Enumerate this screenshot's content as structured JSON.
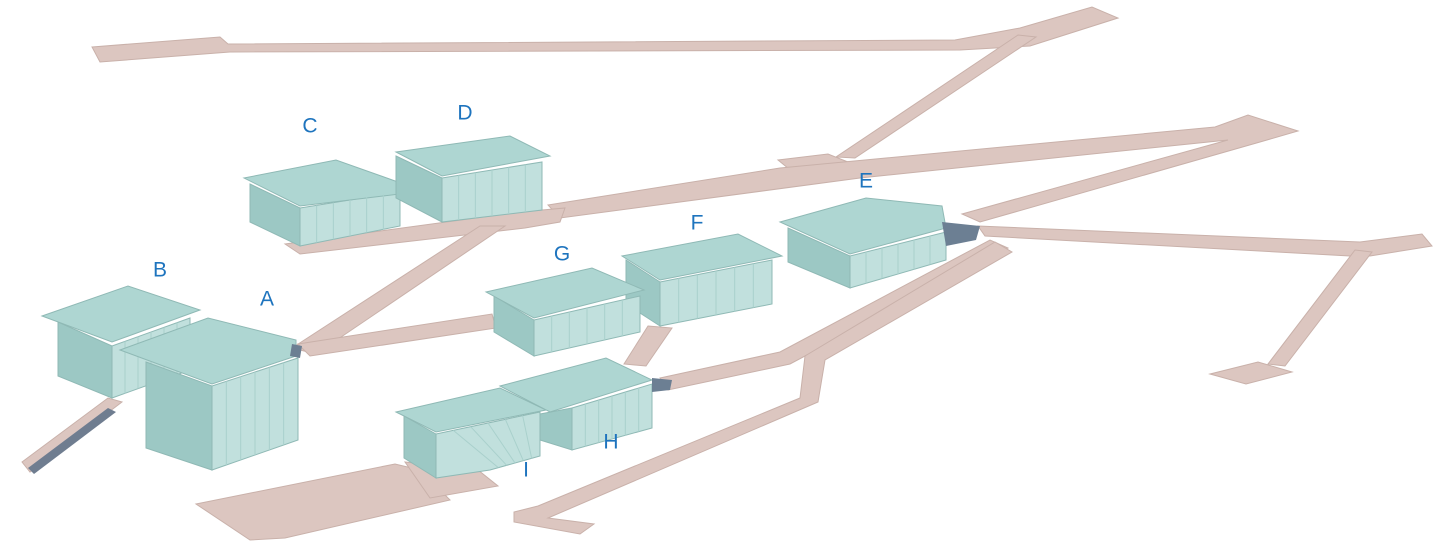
{
  "colors": {
    "path": "#dcc6c0",
    "path_edge": "#c9b1aa",
    "roof": "#aed6d2",
    "roof_light": "#c8e6e3",
    "wall": "#c1e0dd",
    "wall_dark": "#9cc8c4",
    "shadow": "#6c7f93",
    "label": "#1e74be"
  },
  "buildings": [
    {
      "id": "A",
      "label": "A"
    },
    {
      "id": "B",
      "label": "B"
    },
    {
      "id": "C",
      "label": "C"
    },
    {
      "id": "D",
      "label": "D"
    },
    {
      "id": "E",
      "label": "E"
    },
    {
      "id": "F",
      "label": "F"
    },
    {
      "id": "G",
      "label": "G"
    },
    {
      "id": "H",
      "label": "H"
    },
    {
      "id": "I",
      "label": "I"
    }
  ]
}
